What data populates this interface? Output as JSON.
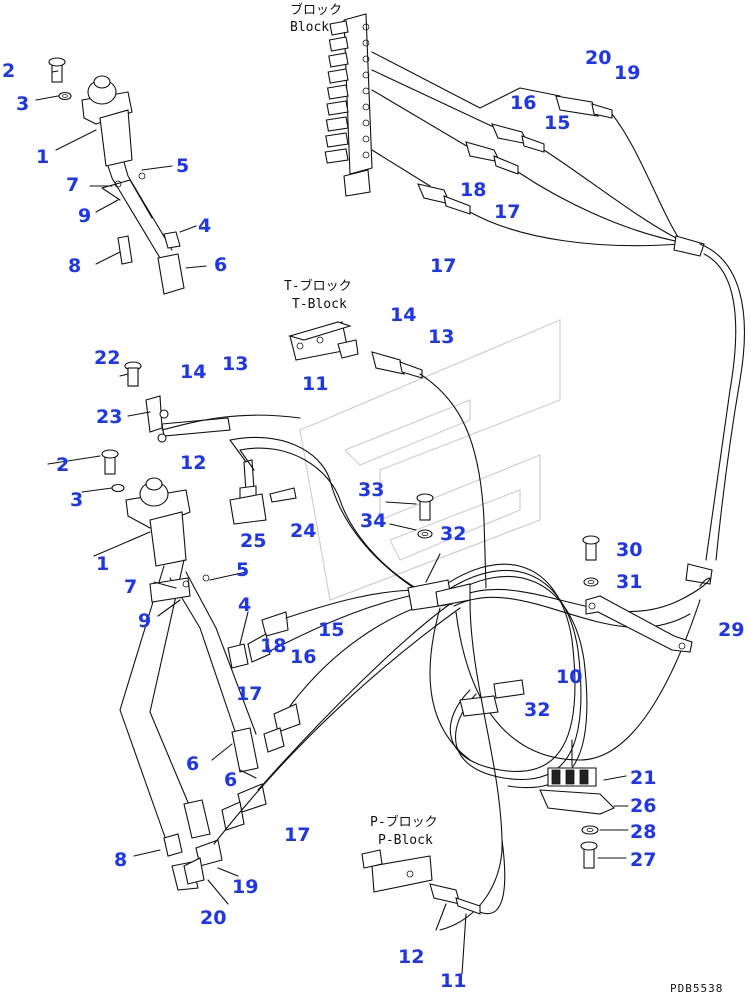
{
  "captions": {
    "block_jp": "ブロック",
    "block_en": "Block",
    "tblock_jp": "T-ブロック",
    "tblock_en": "T-Block",
    "pblock_jp": "P-ブロック",
    "pblock_en": "P-Block"
  },
  "drawing_code": "PDB5538",
  "callouts": [
    {
      "id": "c-2a",
      "text": "2"
    },
    {
      "id": "c-3a",
      "text": "3"
    },
    {
      "id": "c-1a",
      "text": "1"
    },
    {
      "id": "c-5a",
      "text": "5"
    },
    {
      "id": "c-7a",
      "text": "7"
    },
    {
      "id": "c-9a",
      "text": "9"
    },
    {
      "id": "c-4a",
      "text": "4"
    },
    {
      "id": "c-8a",
      "text": "8"
    },
    {
      "id": "c-6a",
      "text": "6"
    },
    {
      "id": "c-20a",
      "text": "20"
    },
    {
      "id": "c-19a",
      "text": "19"
    },
    {
      "id": "c-16a",
      "text": "16"
    },
    {
      "id": "c-15a",
      "text": "15"
    },
    {
      "id": "c-18a",
      "text": "18"
    },
    {
      "id": "c-17a",
      "text": "17"
    },
    {
      "id": "c-17b",
      "text": "17"
    },
    {
      "id": "c-14a",
      "text": "14"
    },
    {
      "id": "c-13a",
      "text": "13"
    },
    {
      "id": "c-22",
      "text": "22"
    },
    {
      "id": "c-14b",
      "text": "14"
    },
    {
      "id": "c-13b",
      "text": "13"
    },
    {
      "id": "c-11a",
      "text": "11"
    },
    {
      "id": "c-23",
      "text": "23"
    },
    {
      "id": "c-2b",
      "text": "2"
    },
    {
      "id": "c-3b",
      "text": "3"
    },
    {
      "id": "c-12a",
      "text": "12"
    },
    {
      "id": "c-24",
      "text": "24"
    },
    {
      "id": "c-25",
      "text": "25"
    },
    {
      "id": "c-33",
      "text": "33"
    },
    {
      "id": "c-34",
      "text": "34"
    },
    {
      "id": "c-32a",
      "text": "32"
    },
    {
      "id": "c-30",
      "text": "30"
    },
    {
      "id": "c-31",
      "text": "31"
    },
    {
      "id": "c-1b",
      "text": "1"
    },
    {
      "id": "c-5b",
      "text": "5"
    },
    {
      "id": "c-7b",
      "text": "7"
    },
    {
      "id": "c-9b",
      "text": "9"
    },
    {
      "id": "c-4b",
      "text": "4"
    },
    {
      "id": "c-15b",
      "text": "15"
    },
    {
      "id": "c-18b",
      "text": "18"
    },
    {
      "id": "c-16b",
      "text": "16"
    },
    {
      "id": "c-29",
      "text": "29"
    },
    {
      "id": "c-10",
      "text": "10"
    },
    {
      "id": "c-32b",
      "text": "32"
    },
    {
      "id": "c-17c",
      "text": "17"
    },
    {
      "id": "c-6b",
      "text": "6"
    },
    {
      "id": "c-6c",
      "text": "6"
    },
    {
      "id": "c-21",
      "text": "21"
    },
    {
      "id": "c-26",
      "text": "26"
    },
    {
      "id": "c-17d",
      "text": "17"
    },
    {
      "id": "c-28",
      "text": "28"
    },
    {
      "id": "c-8b",
      "text": "8"
    },
    {
      "id": "c-27",
      "text": "27"
    },
    {
      "id": "c-19b",
      "text": "19"
    },
    {
      "id": "c-20b",
      "text": "20"
    },
    {
      "id": "c-12b",
      "text": "12"
    },
    {
      "id": "c-11b",
      "text": "11"
    }
  ]
}
